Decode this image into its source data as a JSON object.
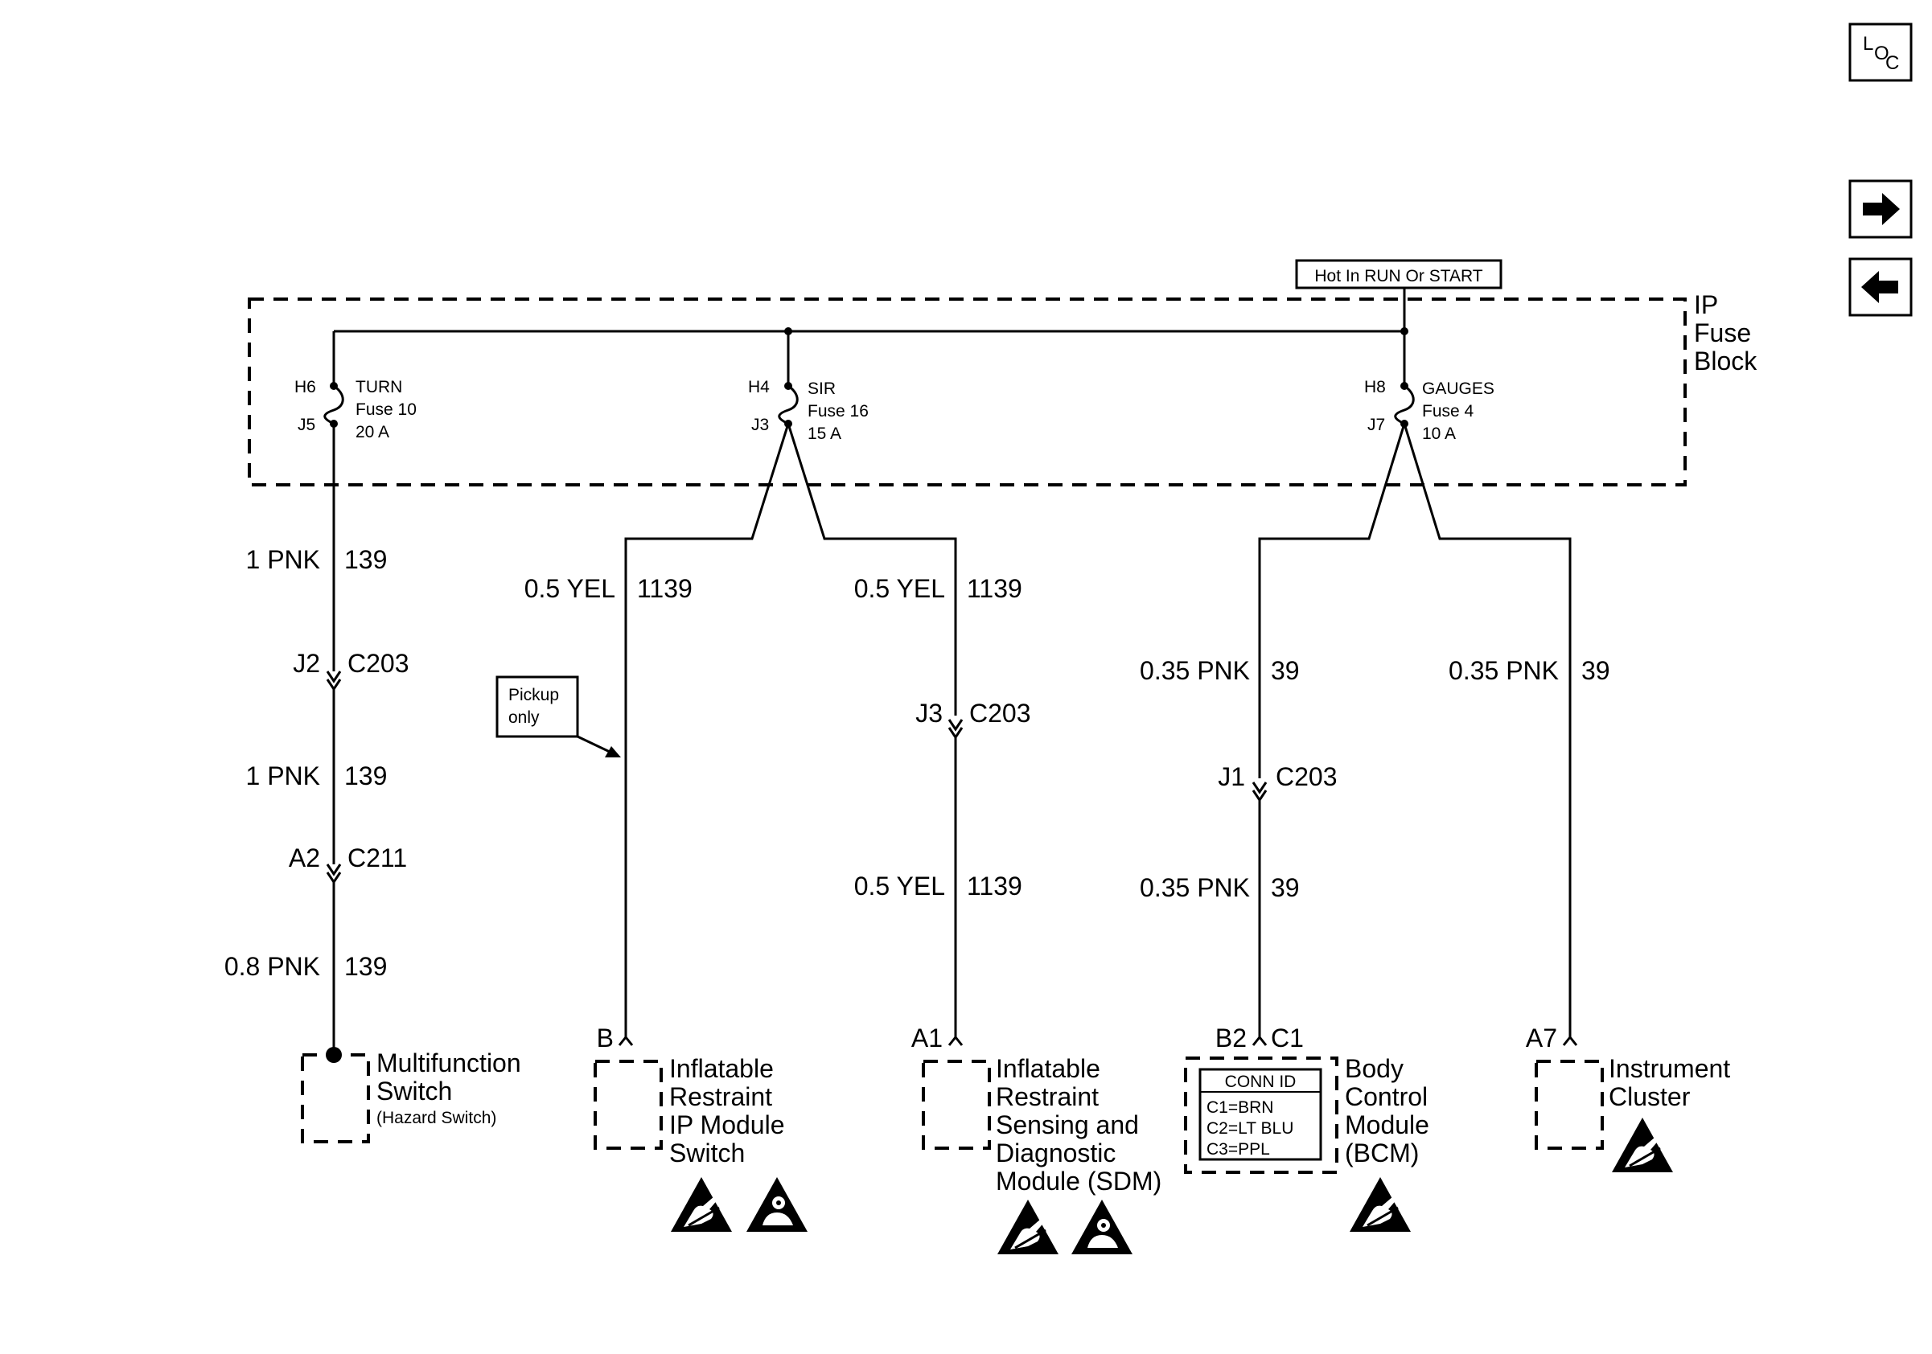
{
  "nav": {
    "loc_l": "L",
    "loc_o": "O",
    "loc_c": "C"
  },
  "power_label": "Hot In RUN Or START",
  "fuse_block_label": [
    "IP",
    "Fuse",
    "Block"
  ],
  "fuses": [
    {
      "top_pin": "H6",
      "bottom_pin": "J5",
      "name": "TURN",
      "fuse": "Fuse 10",
      "rating": "20 A"
    },
    {
      "top_pin": "H4",
      "bottom_pin": "J3",
      "name": "SIR",
      "fuse": "Fuse 16",
      "rating": "15 A"
    },
    {
      "top_pin": "H8",
      "bottom_pin": "J7",
      "name": "GAUGES",
      "fuse": "Fuse 4",
      "rating": "10 A"
    }
  ],
  "wires": {
    "w1": {
      "gauge": "1 PNK",
      "circuit": "139"
    },
    "w2": {
      "gauge": "1 PNK",
      "circuit": "139"
    },
    "w3": {
      "gauge": "0.8 PNK",
      "circuit": "139"
    },
    "w4": {
      "gauge": "0.5 YEL",
      "circuit": "1139"
    },
    "w5": {
      "gauge": "0.5 YEL",
      "circuit": "1139"
    },
    "w6": {
      "gauge": "0.5 YEL",
      "circuit": "1139"
    },
    "w7": {
      "gauge": "0.35 PNK",
      "circuit": "39"
    },
    "w8": {
      "gauge": "0.35 PNK",
      "circuit": "39"
    },
    "w9": {
      "gauge": "0.35 PNK",
      "circuit": "39"
    }
  },
  "connectors": {
    "c1": {
      "pin": "J2",
      "id": "C203"
    },
    "c2": {
      "pin": "A2",
      "id": "C211"
    },
    "c3": {
      "pin": "J3",
      "id": "C203"
    },
    "c4": {
      "pin": "J1",
      "id": "C203"
    }
  },
  "pickup_note": [
    "Pickup",
    "only"
  ],
  "components": {
    "multifunction": {
      "lines": [
        "Multifunction",
        "Switch"
      ],
      "sub": "(Hazard Switch)"
    },
    "ip_module": {
      "pin": "B",
      "lines": [
        "Inflatable",
        "Restraint",
        "IP Module",
        "Switch"
      ]
    },
    "sdm": {
      "pin": "A1",
      "lines": [
        "Inflatable",
        "Restraint",
        "Sensing and",
        "Diagnostic",
        "Module (SDM)"
      ]
    },
    "bcm": {
      "pin": "B2",
      "conn": "C1",
      "lines": [
        "Body",
        "Control",
        "Module",
        "(BCM)"
      ],
      "conn_title": "CONN ID",
      "conn_rows": [
        "C1=BRN",
        "C2=LT BLU",
        "C3=PPL"
      ]
    },
    "cluster": {
      "pin": "A7",
      "lines": [
        "Instrument",
        "Cluster"
      ]
    }
  }
}
